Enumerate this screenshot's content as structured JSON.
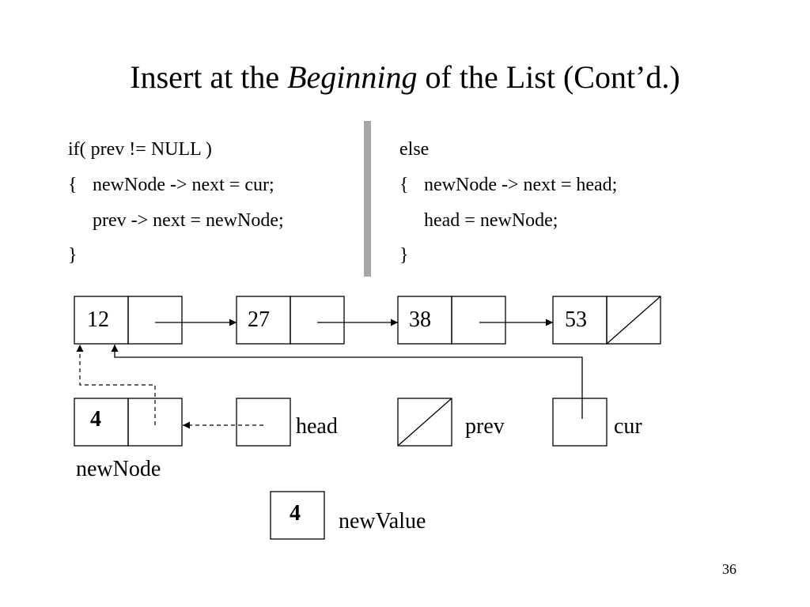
{
  "slide": {
    "title_pre": "Insert at the ",
    "title_em": "Beginning",
    "title_post": " of the List (Cont’d.)",
    "page_number": "36"
  },
  "code_left": [
    "if( prev != NULL )",
    "{",
    "newNode -> next = cur;",
    "prev -> next = newNode;",
    "}"
  ],
  "code_right": [
    "else",
    "{",
    "newNode -> next = head;",
    "head = newNode;",
    "}"
  ],
  "list_nodes": [
    "12",
    "27",
    "38",
    "53"
  ],
  "new_node": {
    "value": "4",
    "label": "newNode"
  },
  "pointers": {
    "head": "head",
    "prev": "prev",
    "cur": "cur"
  },
  "new_value": {
    "value": "4",
    "label": "newValue"
  }
}
